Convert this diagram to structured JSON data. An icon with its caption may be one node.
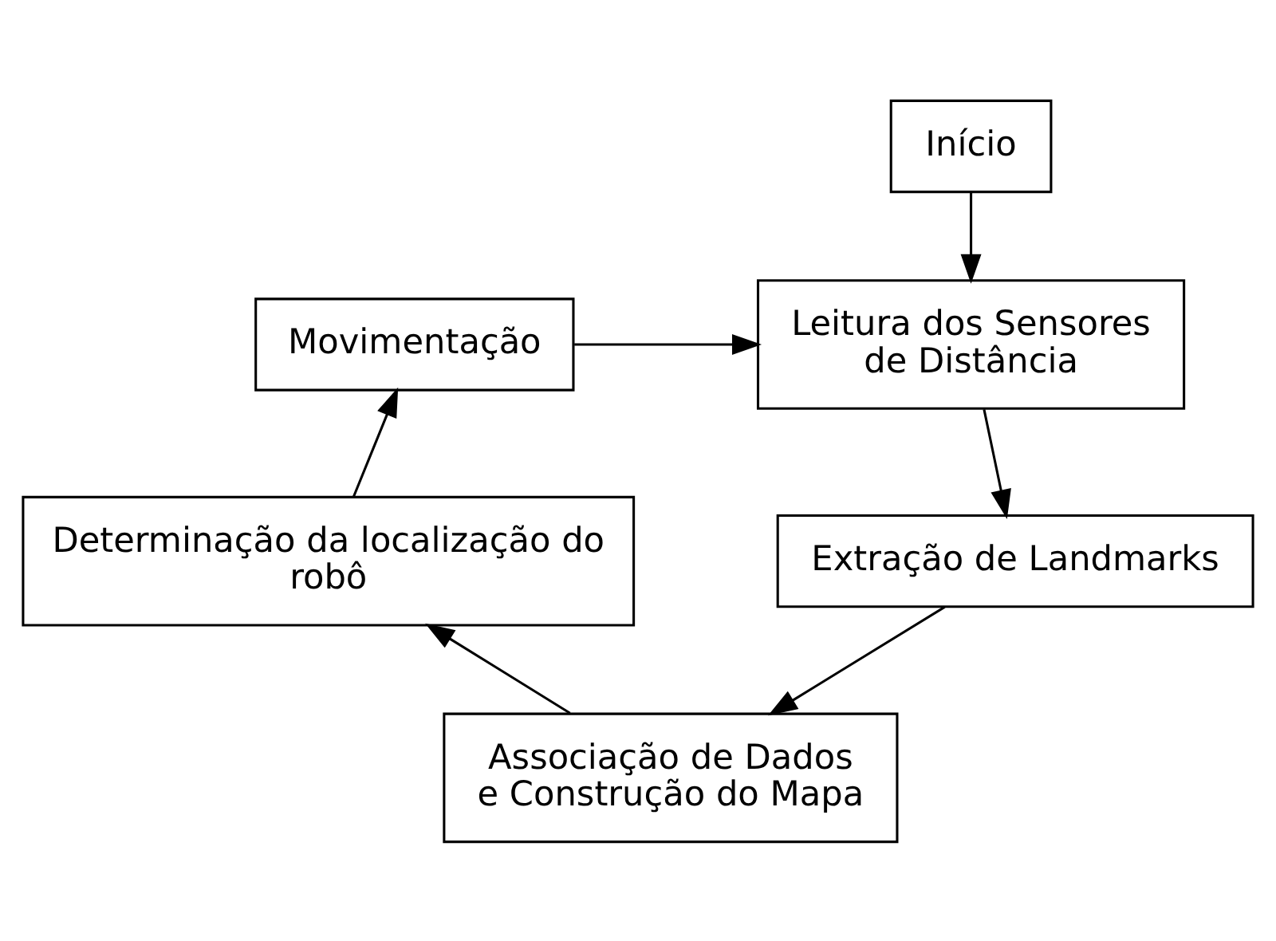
{
  "diagram": {
    "nodes": [
      {
        "text": [
          "Início"
        ]
      },
      {
        "text": [
          "Leitura dos Sensores de Distância"
        ]
      },
      {
        "text": [
          "Extração de Landmarks"
        ]
      },
      {
        "text": [
          "Associação de Dados e Construção do Mapa"
        ]
      },
      {
        "text": [
          "Determinação da localização do robô"
        ]
      },
      {
        "text": [
          "Movimentação"
        ]
      }
    ],
    "edges": [
      {
        "from": 0,
        "to": 1,
        "arrow": "to"
      },
      {
        "from": 1,
        "to": 2,
        "arrow": "to"
      },
      {
        "from": 2,
        "to": 3,
        "arrow": "to"
      },
      {
        "from": 3,
        "to": 4,
        "arrow": "to"
      },
      {
        "from": 4,
        "to": 5,
        "arrow": "to"
      },
      {
        "from": 5,
        "to": 1,
        "arrow": "to"
      }
    ]
  }
}
